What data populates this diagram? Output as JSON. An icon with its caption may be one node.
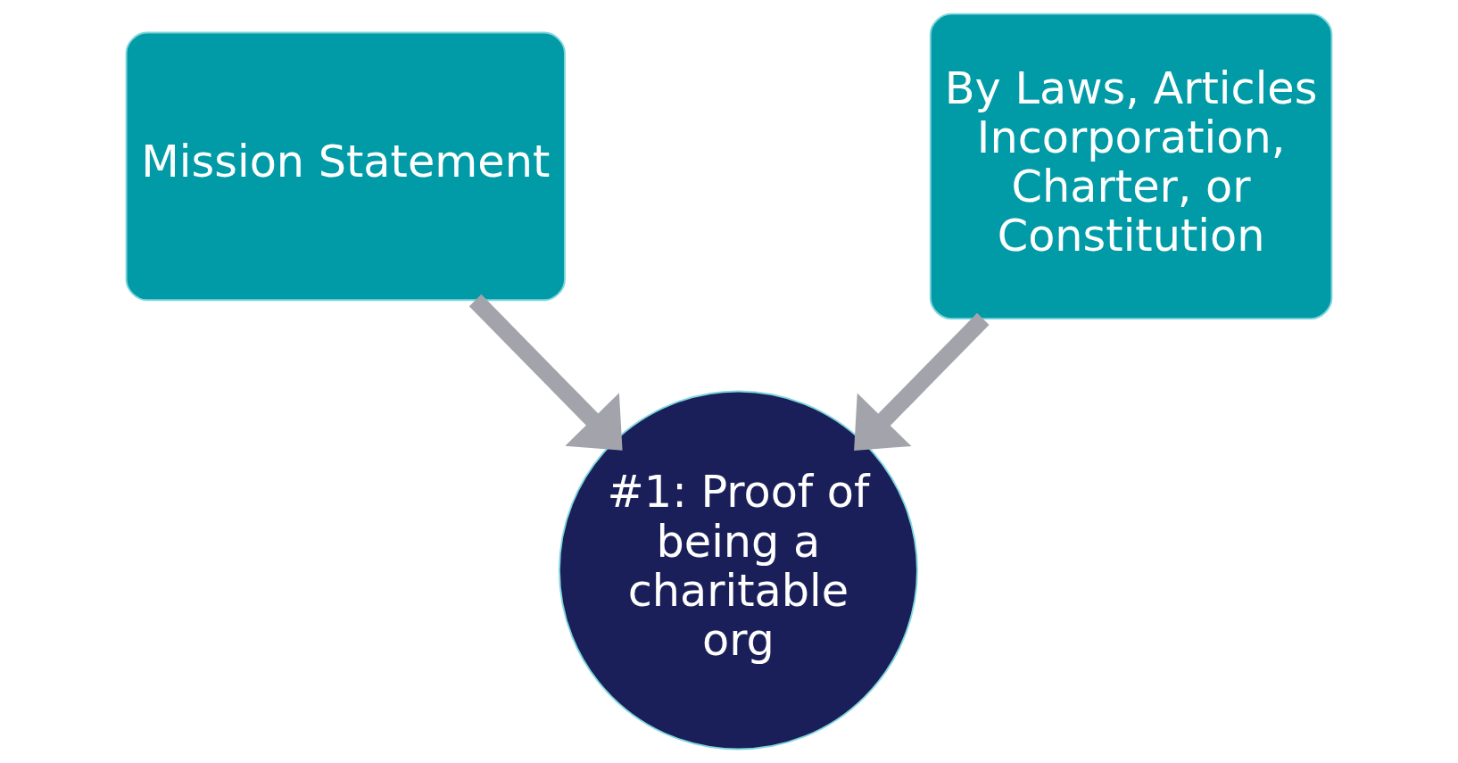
{
  "diagram": {
    "nodes": [
      {
        "text": [
          "Mission Statement"
        ]
      },
      {
        "text": [
          "By Laws, Articles Incorporation, Charter, or Constitution"
        ]
      },
      {
        "text": [
          "#1: Proof of being a charitable org"
        ]
      }
    ],
    "edges": [
      {
        "from": 0,
        "to": 2,
        "arrow": "to"
      },
      {
        "from": 1,
        "to": 2,
        "arrow": "to"
      }
    ]
  }
}
